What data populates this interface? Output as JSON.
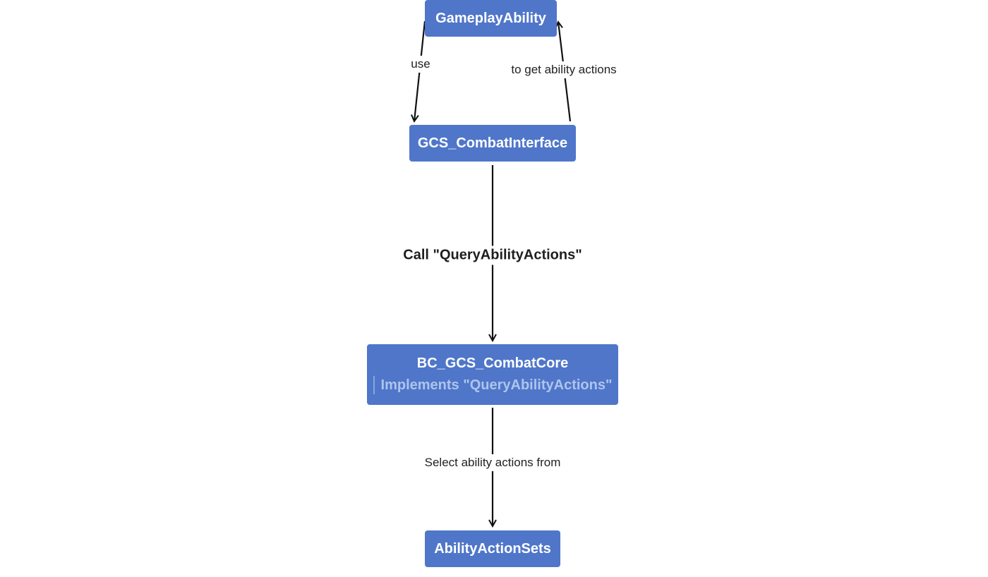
{
  "nodes": {
    "gameplay_ability": "GameplayAbility",
    "combat_interface": "GCS_CombatInterface",
    "combat_core": {
      "title": "BC_GCS_CombatCore",
      "subtitle": "Implements \"QueryAbilityActions\""
    },
    "ability_action_sets": "AbilityActionSets"
  },
  "edges": {
    "use": "use",
    "to_get_ability_actions": "to get ability actions",
    "call_query": "Call \"QueryAbilityActions\"",
    "select_from": "Select ability actions from"
  },
  "colors": {
    "node_fill": "#4f76c9",
    "node_text": "#ffffff",
    "node_subtext": "#aec4ec",
    "edge": "#111111"
  }
}
